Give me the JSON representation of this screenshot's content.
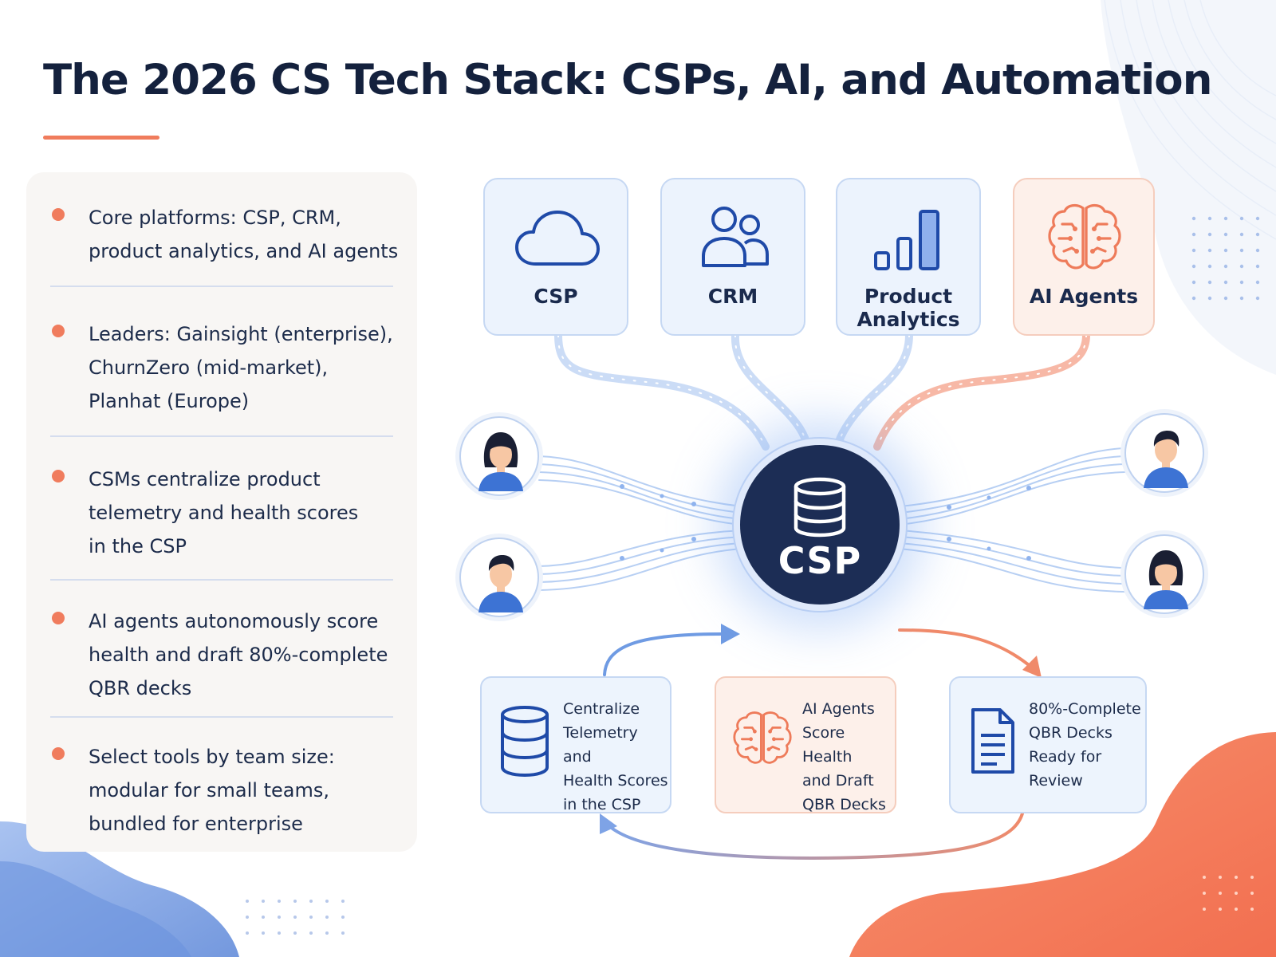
{
  "title": "The 2026 CS Tech Stack: CSPs, AI, and Automation",
  "bullets": [
    {
      "lines": [
        "Core platforms: CSP, CRM,",
        "product analytics, and AI agents"
      ]
    },
    {
      "lines": [
        "Leaders:  Gainsight (enterprise),",
        "ChurnZero (mid-market),",
        "Planhat (Europe)"
      ]
    },
    {
      "lines": [
        "CSMs centralize product",
        "telemetry and health scores",
        "in the CSP"
      ]
    },
    {
      "lines": [
        "AI agents autonomously score",
        "health and draft 80%-complete",
        "QBR decks"
      ]
    },
    {
      "lines": [
        "Select tools by team size:",
        "modular for small teams,",
        "bundled for enterprise"
      ]
    }
  ],
  "sources": [
    {
      "label_lines": [
        "CSP"
      ],
      "icon": "cloud-icon"
    },
    {
      "label_lines": [
        "CRM"
      ],
      "icon": "users-icon"
    },
    {
      "label_lines": [
        "Product",
        "Analytics"
      ],
      "icon": "bar-chart-icon"
    },
    {
      "label_lines": [
        "AI Agents"
      ],
      "icon": "brain-icon"
    }
  ],
  "hub": {
    "label": "CSP",
    "icon": "database-icon"
  },
  "flow": [
    {
      "lines": [
        "Centralize",
        "Telemetry and",
        "Health Scores",
        "in the CSP"
      ],
      "icon": "database-icon"
    },
    {
      "lines": [
        "AI Agents",
        "Score Health",
        "and Draft",
        "QBR Decks"
      ],
      "icon": "brain-icon"
    },
    {
      "lines": [
        "80%-Complete",
        "QBR Decks",
        "Ready for",
        "Review"
      ],
      "icon": "document-icon"
    }
  ],
  "colors": {
    "accent": "#f07c5d",
    "navy": "#1c2d55",
    "blue": "#3d6fd1",
    "light_blue": "#ecf3fd"
  }
}
